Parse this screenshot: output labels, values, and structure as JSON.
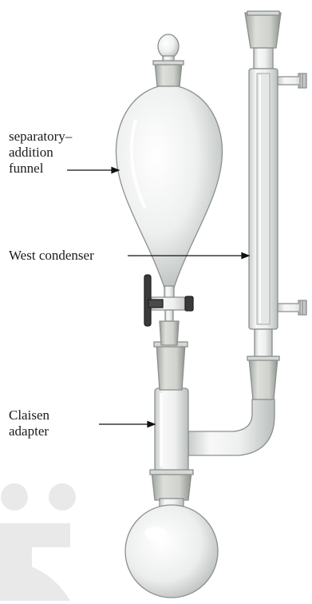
{
  "labels": {
    "funnel": [
      "separatory–",
      "addition",
      "funnel"
    ],
    "condenser": "West condenser",
    "adapter": [
      "Claisen",
      "adapter"
    ]
  },
  "colors": {
    "glass_fill": "#f1f3f2",
    "glass_stroke": "#8a8f8e",
    "glass_shade": "#c9cdcc",
    "joint": "#b9bcb6",
    "stopcock": "#3a3a3a",
    "leader": "#111111",
    "watermark": "#e9e9e9"
  }
}
